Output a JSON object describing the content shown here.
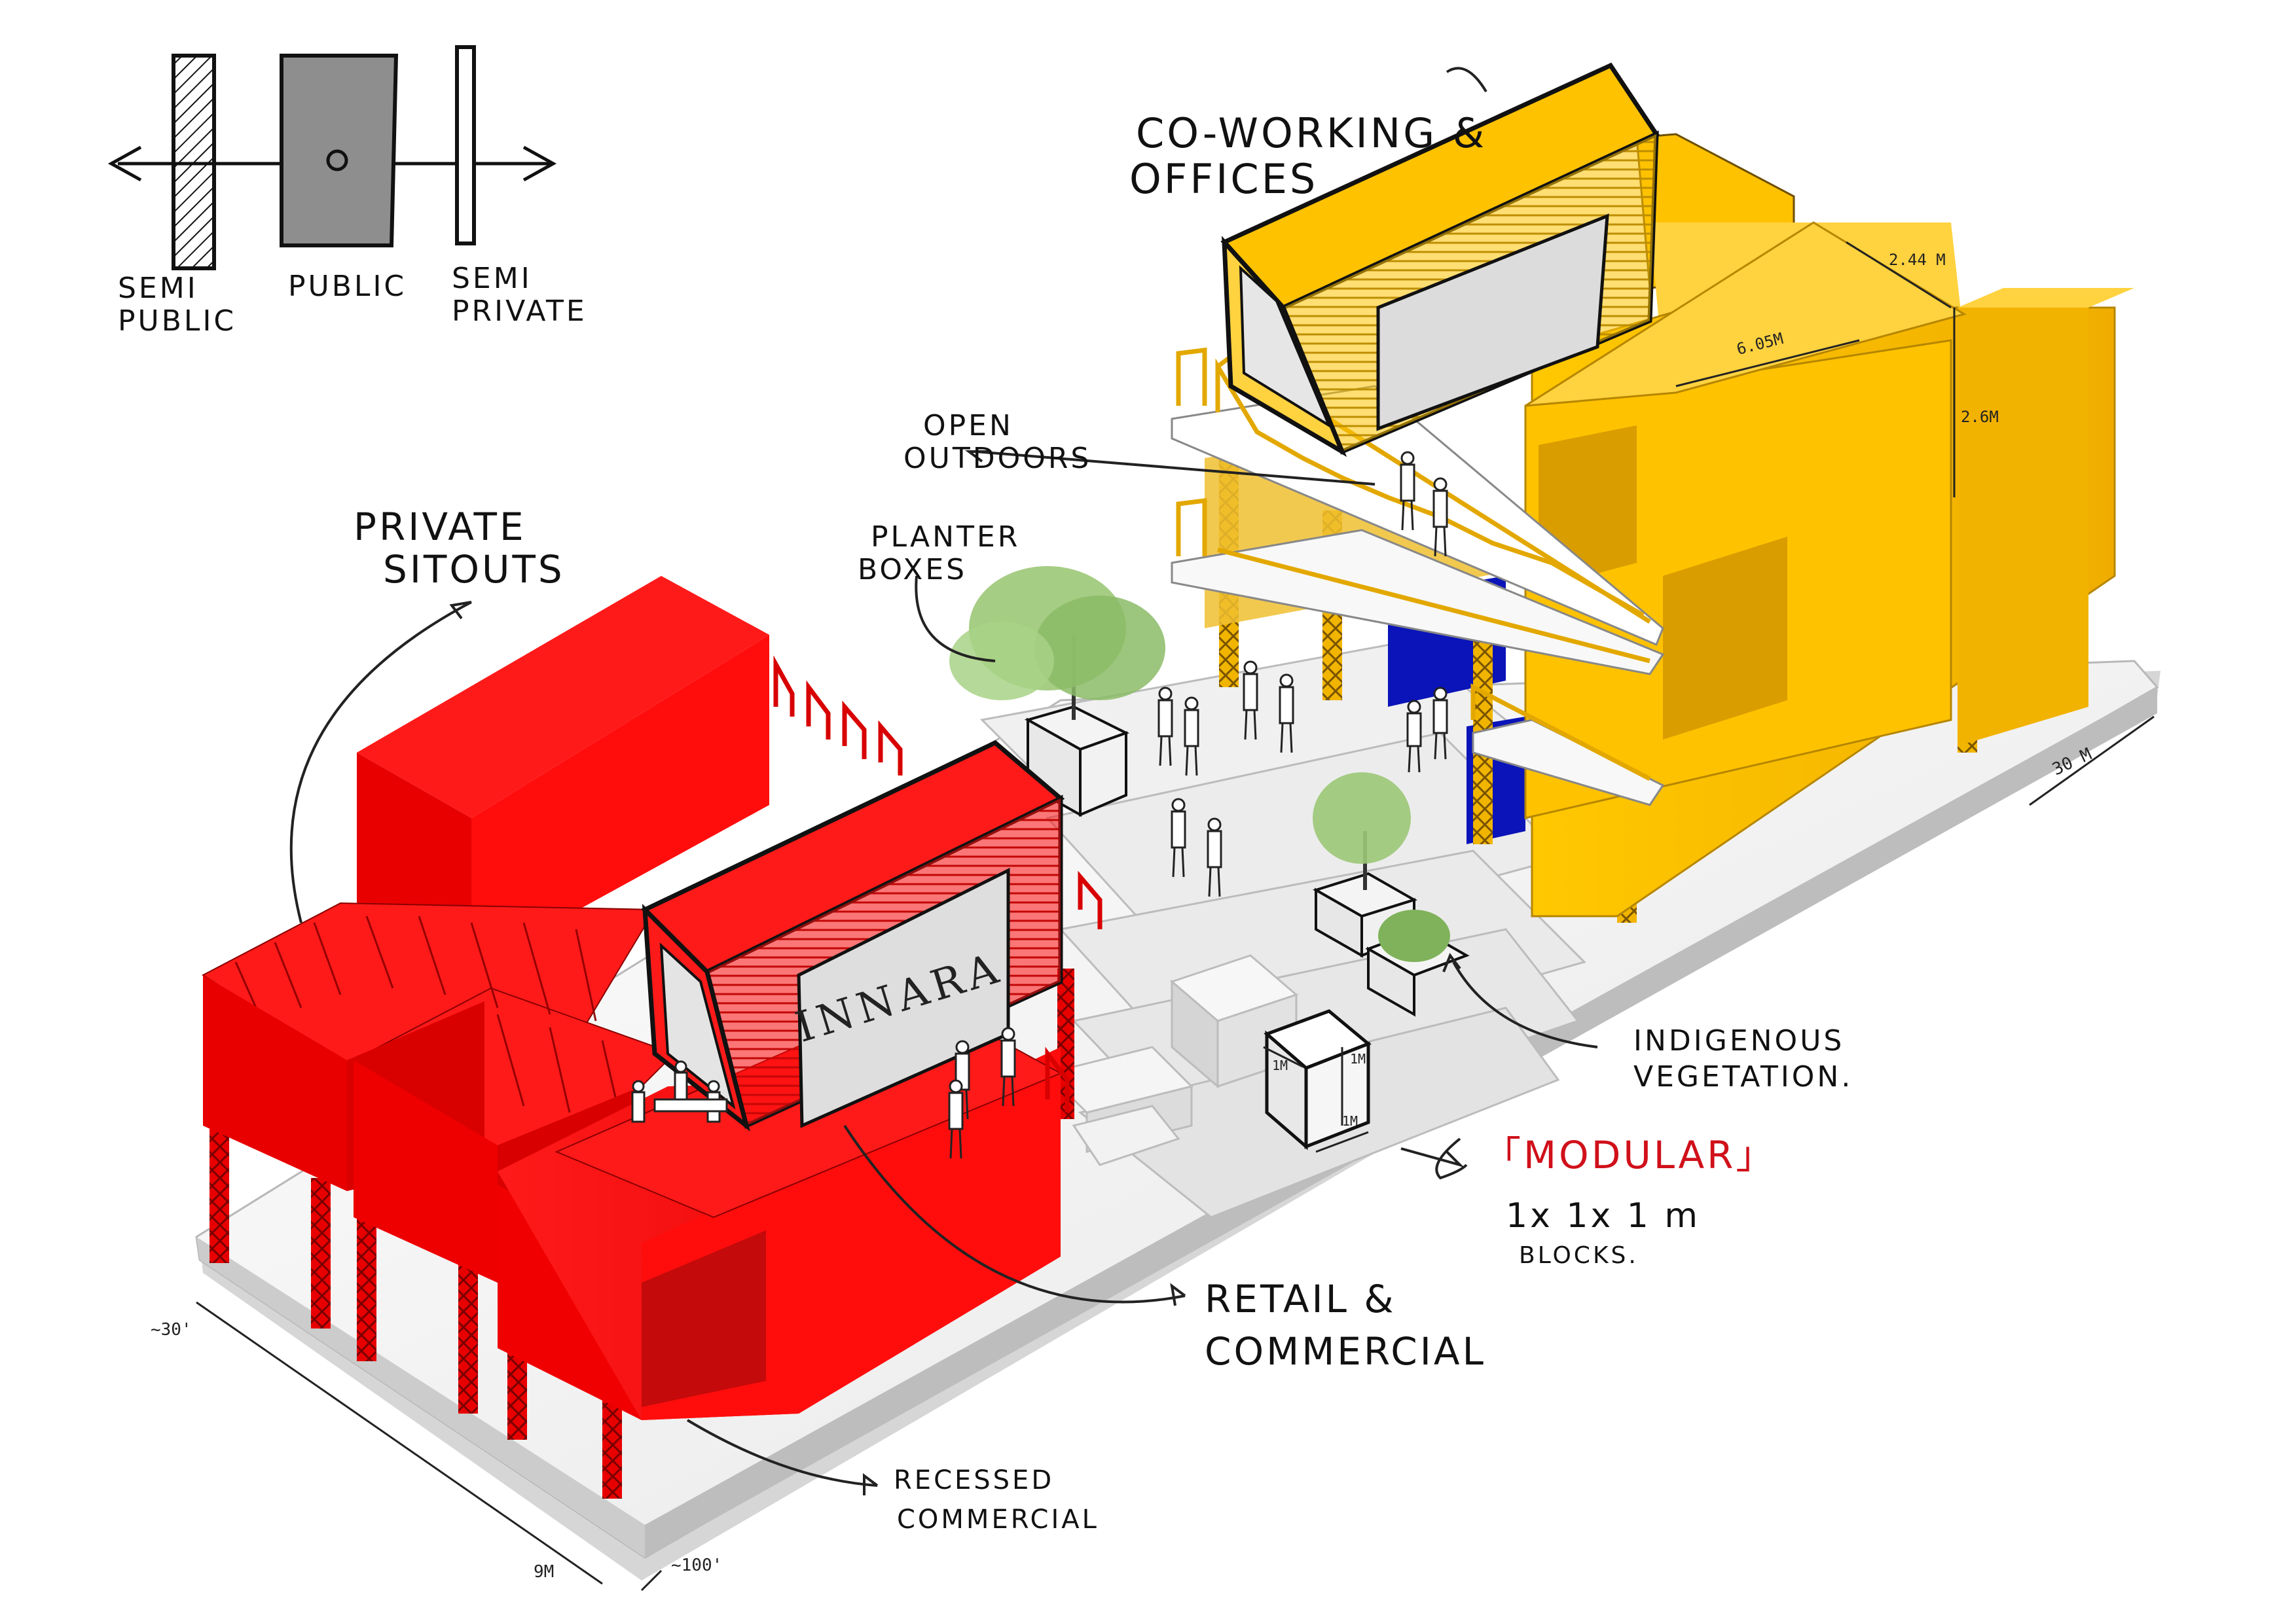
{
  "colors": {
    "red": "#ff0d0d",
    "red_dark": "#c40a0a",
    "red_mid": "#e50b0b",
    "yellow": "#ffc200",
    "yellow_dark": "#d99d00",
    "yellow_light": "#ffd23f",
    "blue": "#0a14b8",
    "ground": "#f3f3f3",
    "ground_edge": "#cfcfcf",
    "block": "#e9e9e9",
    "tree": "#9cc877",
    "accent_text": "#d0101a"
  },
  "legend": {
    "left": "SEMI\nPUBLIC",
    "center": "PUBLIC",
    "right": "SEMI\nPRIVATE"
  },
  "labels": {
    "coworking": "CO-WORKING &\nOFFICES",
    "private_sitouts": "PRIVATE\nSITOUTS",
    "open_outdoors": "OPEN\nOUTDOORS",
    "planter_boxes": "PLANTER\nBOXES",
    "indigenous": "INDIGENOUS\nVEGETATION.",
    "modular_title": "「MODULAR」",
    "modular_dims": "1x 1x 1 m",
    "modular_blocks": "BLOCKS.",
    "retail": "RETAIL &\nCOMMERCIAL",
    "recessed": "RECESSED\nCOMMERCIAL",
    "sign": "INNARA"
  },
  "dimensions": {
    "d_244": "2.44 M",
    "d_605": "6.05M",
    "d_26": "2.6M",
    "d_30m": "30 M",
    "d_9m": "9M",
    "d_30ft": "~30'",
    "d_100ft": "~100'",
    "d_1m_a": "1M",
    "d_1m_b": "1M",
    "d_1m_c": "1M"
  }
}
